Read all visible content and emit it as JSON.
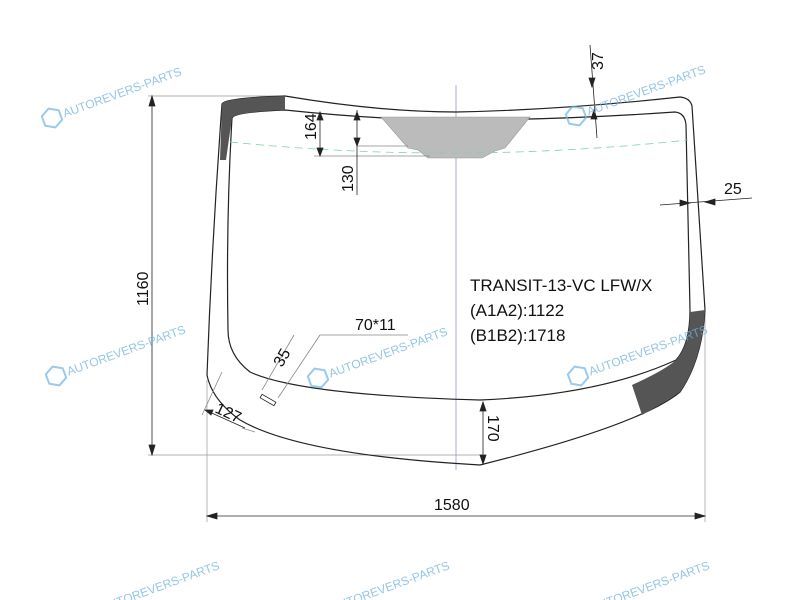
{
  "drawing": {
    "model": "TRANSIT-13-VC LFW/X",
    "a1a2": "(A1A2):1122",
    "b1b2": "(B1B2):1718"
  },
  "dimensions": {
    "top_right_band": "37",
    "top_band": "164",
    "shade_depth": "130",
    "right_edge": "25",
    "height": "1160",
    "sensor": "70*11",
    "sensor_offset": "35",
    "sensor_distance": "127",
    "bottom_band": "170",
    "width": "1580"
  },
  "watermark": {
    "text": "AUTOREVERS-PARTS",
    "logo": "AR",
    "color": "#6fb3e0"
  }
}
